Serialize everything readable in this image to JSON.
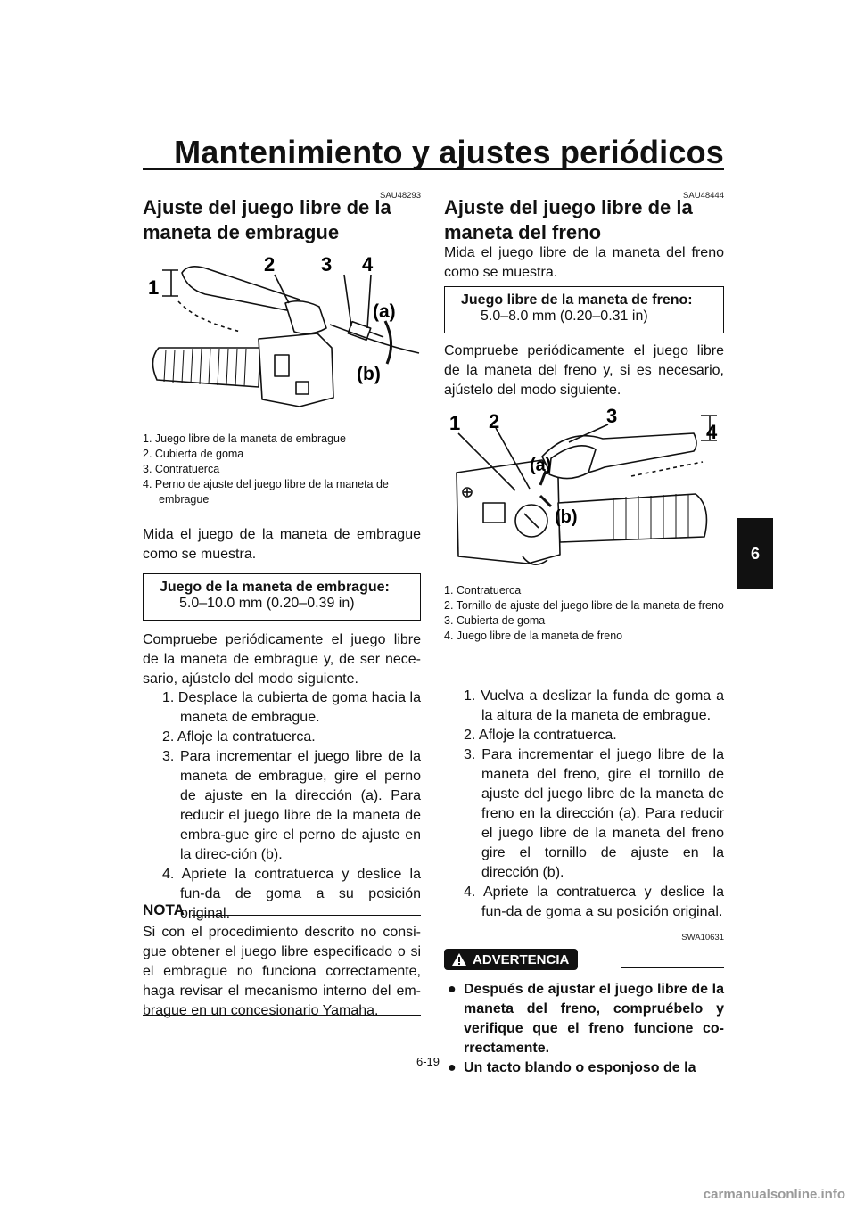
{
  "header": {
    "title": "Mantenimiento y ajustes periódicos",
    "chapter": "6"
  },
  "left": {
    "code": "SAU48293",
    "heading_l1": "Ajuste del juego libre de la",
    "heading_l2": "maneta de embrague",
    "fig_labels": [
      "1",
      "2",
      "3",
      "4",
      "(a)",
      "(b)"
    ],
    "captions": [
      "1. Juego libre de la maneta de embrague",
      "2. Cubierta de goma",
      "3. Contratuerca",
      "4. Perno de ajuste del juego libre de la maneta de embrague"
    ],
    "intro": "Mida el juego de la maneta de embrague como se muestra.",
    "spec_title": "Juego de la maneta de embrague:",
    "spec_value": "5.0–10.0 mm (0.20–0.39 in)",
    "para": "Compruebe periódicamente el juego libre de la maneta de embrague y, de ser nece-sario, ajústelo del modo siguiente.",
    "steps": [
      "1. Desplace la cubierta de goma hacia la maneta de embrague.",
      "2. Afloje la contratuerca.",
      "3. Para incrementar el juego libre de la maneta de embrague, gire el perno de ajuste en la dirección (a). Para reducir el juego libre de la maneta de embra-gue gire el perno de ajuste en la direc-ción (b).",
      "4. Apriete la contratuerca y deslice la fun-da de goma a su posición original."
    ],
    "nota_label": "NOTA",
    "nota_text": "Si con el procedimiento descrito no consi-gue obtener el juego libre especificado o si el embrague no funciona correctamente, haga revisar el mecanismo interno del em-brague en un concesionario Yamaha."
  },
  "right": {
    "code": "SAU48444",
    "heading_l1": "Ajuste del juego libre de la",
    "heading_l2": "maneta del freno",
    "intro": "Mida el juego libre de la maneta del freno como se muestra.",
    "spec_title": "Juego libre de la maneta de freno:",
    "spec_value": "5.0–8.0 mm (0.20–0.31 in)",
    "para": "Compruebe periódicamente el juego libre de la maneta del freno y, si es necesario, ajústelo del modo siguiente.",
    "fig_labels": [
      "1",
      "2",
      "3",
      "4",
      "(a)",
      "(b)"
    ],
    "captions": [
      "1. Contratuerca",
      "2. Tornillo de ajuste del juego libre de la maneta de freno",
      "3. Cubierta de goma",
      "4. Juego libre de la maneta de freno"
    ],
    "steps": [
      "1. Vuelva a deslizar la funda de goma a la altura de la maneta de embrague.",
      "2. Afloje la contratuerca.",
      "3. Para incrementar el juego libre de la maneta del freno, gire el tornillo de ajuste del juego libre de la maneta de freno en la dirección (a). Para reducir el juego libre de la maneta del freno gire el tornillo de ajuste en la dirección (b).",
      "4. Apriete la contratuerca y deslice la fun-da de goma a su posición original."
    ],
    "warn_code": "SWA10631",
    "warn_label": "ADVERTENCIA",
    "warn_bullets": [
      "Después de ajustar el juego libre de la maneta del freno, compruébelo y verifique que el freno funcione co-rrectamente.",
      "Un tacto blando o esponjoso de la"
    ]
  },
  "footer": {
    "page": "6-19",
    "watermark": "carmanualsonline.info"
  }
}
